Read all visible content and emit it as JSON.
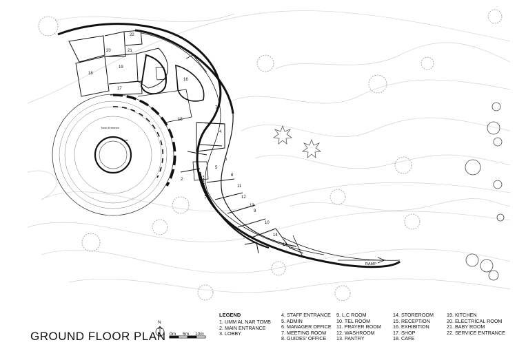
{
  "title": "GROUND FLOOR PLAN",
  "north_label": "N",
  "scale_bar": [
    "0m",
    "5m",
    "10m"
  ],
  "legend": {
    "heading": "LEGEND",
    "items": [
      {
        "num": "1.",
        "label": "UMM AL NAR TOMB"
      },
      {
        "num": "2.",
        "label": "MAIN ENTRANCE"
      },
      {
        "num": "3.",
        "label": "LOBBY"
      },
      {
        "num": "4.",
        "label": "STAFF ENTRANCE"
      },
      {
        "num": "5.",
        "label": "ADMIN"
      },
      {
        "num": "6.",
        "label": "MANAGER OFFICE"
      },
      {
        "num": "7.",
        "label": "MEETING ROOM"
      },
      {
        "num": "8.",
        "label": "GUIDES' OFFICE"
      },
      {
        "num": "9.",
        "label": "L.C ROOM"
      },
      {
        "num": "10.",
        "label": "TEL ROOM"
      },
      {
        "num": "11.",
        "label": "PRAYER ROOM"
      },
      {
        "num": "12.",
        "label": "WASHROOM"
      },
      {
        "num": "13.",
        "label": "PANTRY"
      },
      {
        "num": "14.",
        "label": "STOREROOM"
      },
      {
        "num": "15.",
        "label": "RECEPTION"
      },
      {
        "num": "16.",
        "label": "EXHIBITION"
      },
      {
        "num": "17.",
        "label": "SHOP"
      },
      {
        "num": "18.",
        "label": "CAFE"
      },
      {
        "num": "19.",
        "label": "KITCHEN"
      },
      {
        "num": "20.",
        "label": "ELECTRICAL ROOM"
      },
      {
        "num": "21.",
        "label": "BABY ROOM"
      },
      {
        "num": "22.",
        "label": "SERVICE ENTRANCE"
      }
    ]
  },
  "plan_labels": {
    "ramp": "RAMP",
    "tomb_entrance": "Tomb Entrance",
    "tomb": "Tomb",
    "rooms": [
      "22",
      "20",
      "21",
      "18",
      "19",
      "17",
      "16",
      "15",
      "4",
      "5",
      "6",
      "7",
      "8",
      "11",
      "12",
      "13",
      "9",
      "10",
      "14",
      "14",
      "2",
      "3"
    ]
  }
}
